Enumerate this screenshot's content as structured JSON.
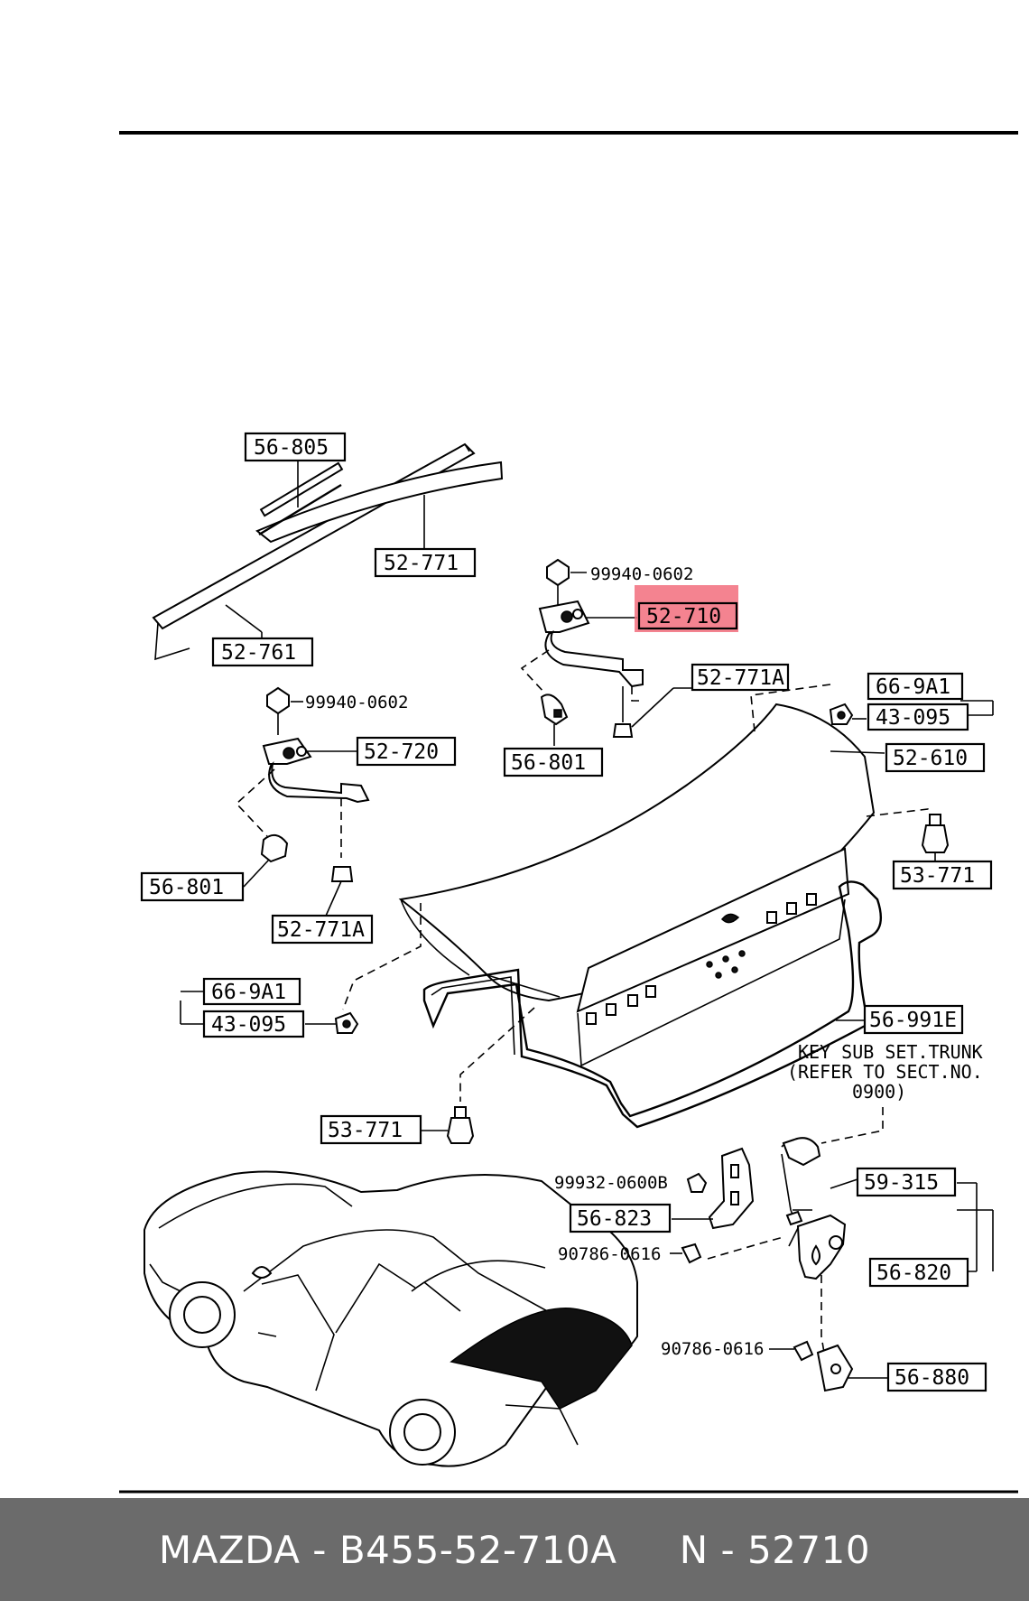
{
  "diagram": {
    "labels": {
      "l_56_805": "56-805",
      "l_52_771": "52-771",
      "l_52_761": "52-761",
      "l_52_710": "52-710",
      "l_52_771A_top": "52-771A",
      "l_56_801_top": "56-801",
      "l_66_9A1_right": "66-9A1",
      "l_43_095_right": "43-095",
      "l_52_610": "52-610",
      "l_52_720": "52-720",
      "l_56_801_left": "56-801",
      "l_52_771A_left": "52-771A",
      "l_53_771_right": "53-771",
      "l_66_9A1_left": "66-9A1",
      "l_43_095_left": "43-095",
      "l_56_991E": "56-991E",
      "l_53_771_left": "53-771",
      "l_59_315": "59-315",
      "l_56_823": "56-823",
      "l_56_820": "56-820",
      "l_56_880": "56-880"
    },
    "part_numbers": {
      "n_99940_top": "99940-0602",
      "n_99940_left": "99940-0602",
      "n_99932": "99932-0600B",
      "n_90786_a": "90786-0616",
      "n_90786_b": "90786-0616"
    },
    "note_lines": [
      "KEY SUB SET.TRUNK",
      "(REFER TO SECT.NO.",
      "0900)"
    ],
    "highlight_color": "#f26d7d"
  },
  "footer": {
    "brand": "MAZDA",
    "part_code": "B455-52-710A",
    "number": "N - 52710"
  }
}
